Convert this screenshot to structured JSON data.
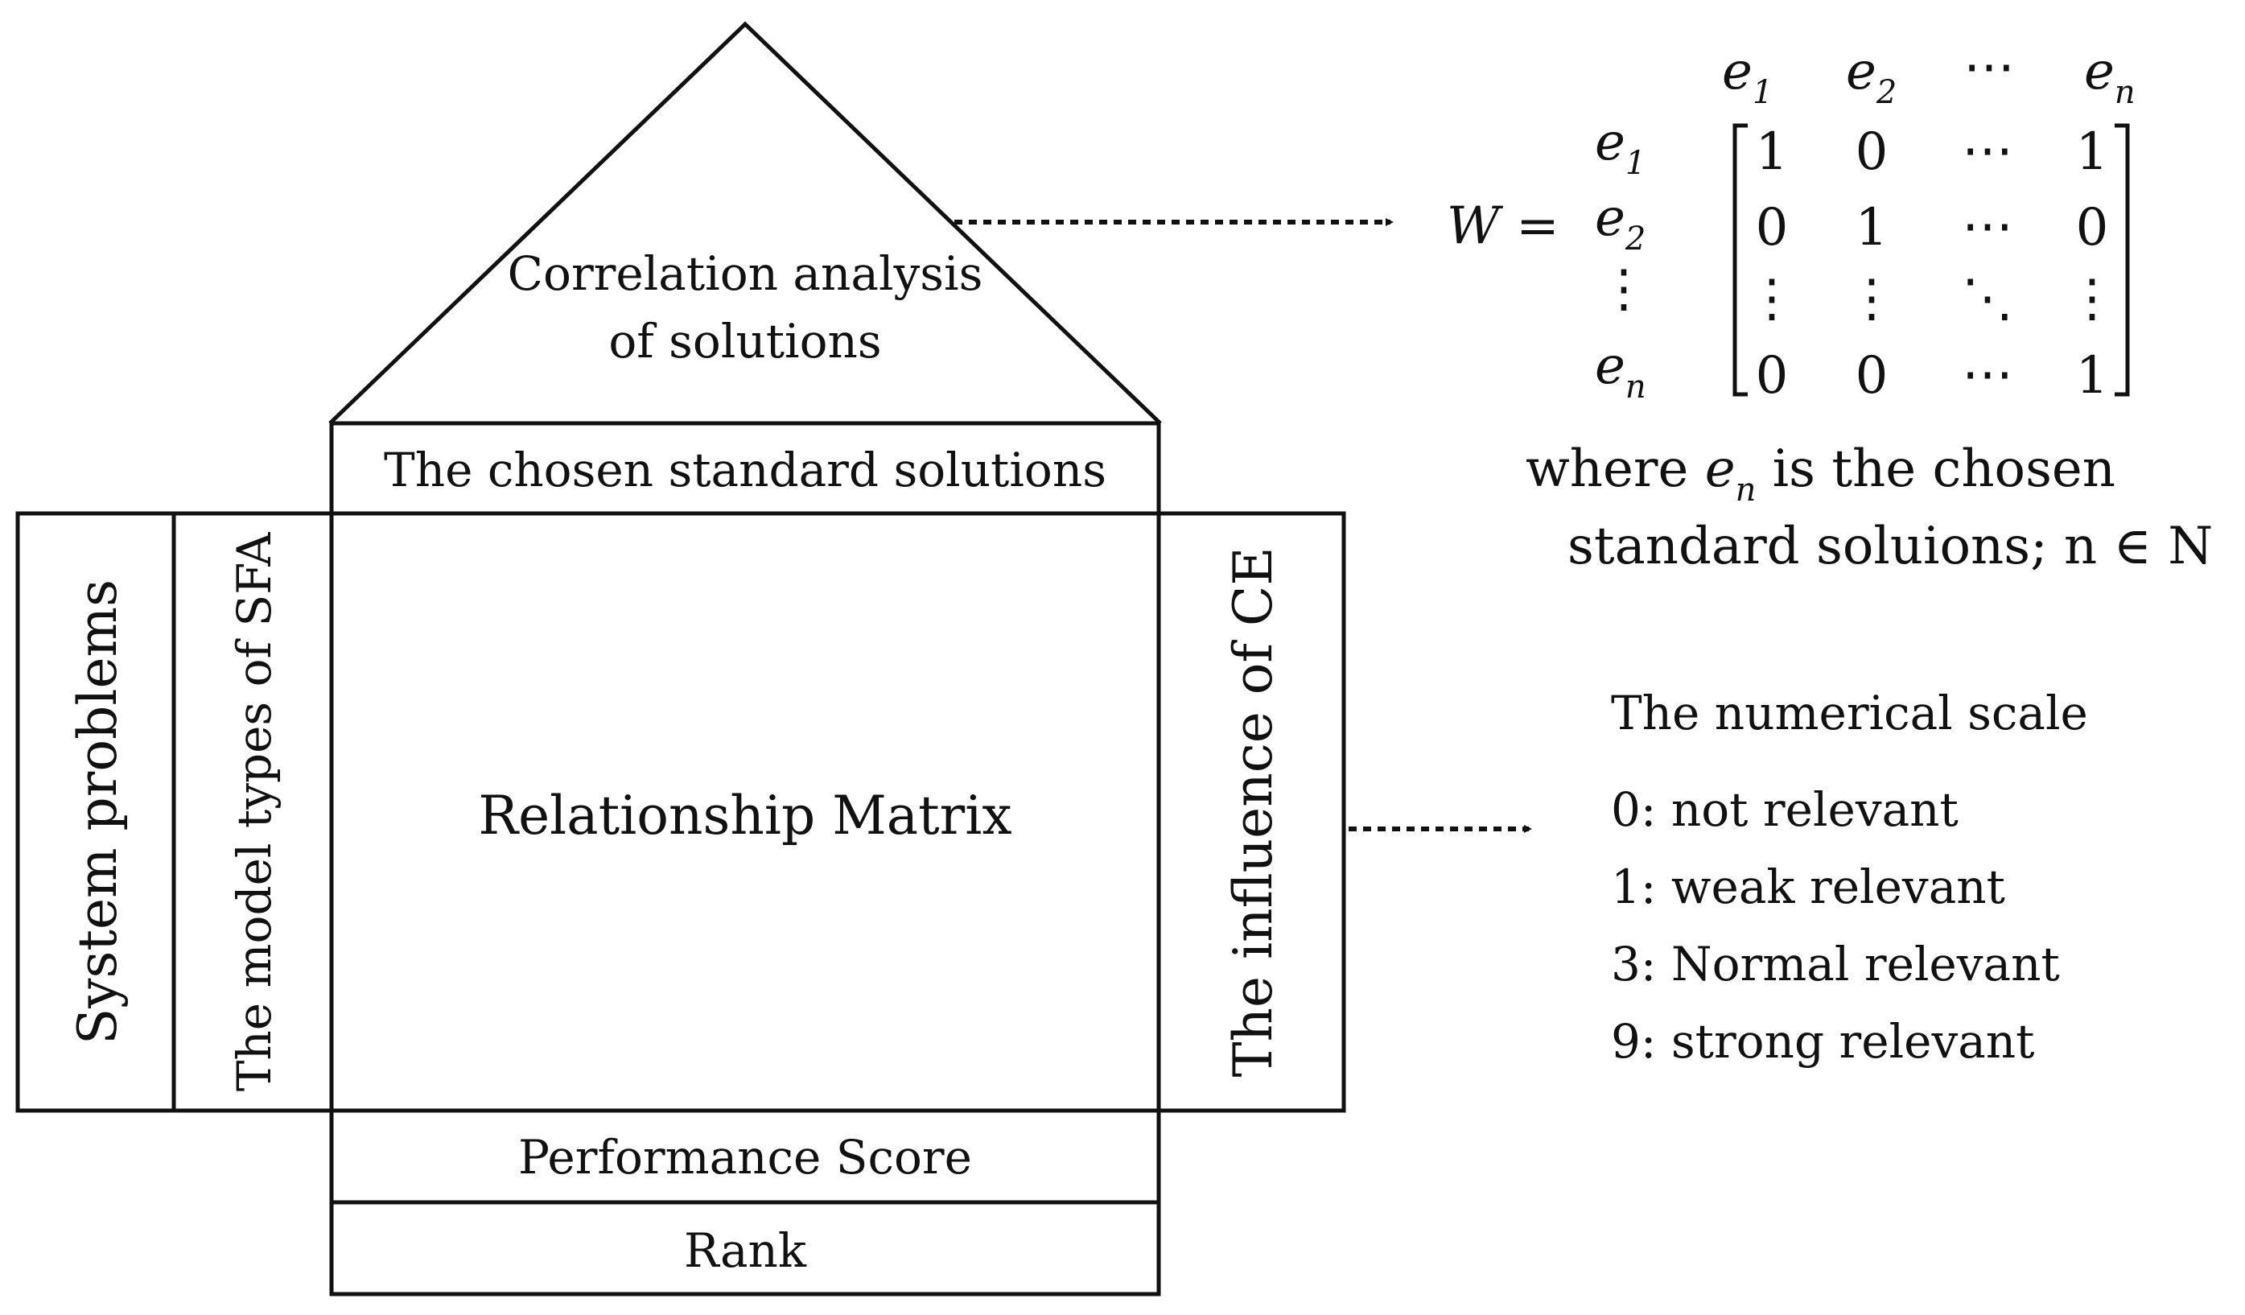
{
  "house": {
    "roof_line1": "Correlation analysis",
    "roof_line2": "of solutions",
    "top_bar": "The chosen standard solutions",
    "left_outer": "System problems",
    "left_inner": "The model types of SFA",
    "center": "Relationship Matrix",
    "right": "The influence of CE",
    "score_bar": "Performance Score",
    "rank_bar": "Rank"
  },
  "matrix": {
    "lhs": "W =",
    "col_labels": [
      {
        "base": "e",
        "sub": "1"
      },
      {
        "base": "e",
        "sub": "2"
      },
      {
        "base": "⋯",
        "sub": ""
      },
      {
        "base": "e",
        "sub": "n"
      }
    ],
    "row_labels": [
      {
        "base": "e",
        "sub": "1"
      },
      {
        "base": "e",
        "sub": "2"
      },
      {
        "base": "⋮",
        "sub": ""
      },
      {
        "base": "e",
        "sub": "n"
      }
    ],
    "rows": [
      [
        "1",
        "0",
        "⋯",
        "1"
      ],
      [
        "0",
        "1",
        "⋯",
        "0"
      ],
      [
        "⋮",
        "⋮",
        "⋱",
        "⋮"
      ],
      [
        "0",
        "0",
        "⋯",
        "1"
      ]
    ],
    "note_pre": "where ",
    "note_var": "e",
    "note_sub": "n",
    "note_post": " is the chosen",
    "note_line2": "standard soluions; n ∈ N"
  },
  "scale": {
    "title": "The numerical scale",
    "items": [
      "0: not relevant",
      "1: weak relevant",
      "3: Normal relevant",
      "9: strong relevant"
    ]
  }
}
